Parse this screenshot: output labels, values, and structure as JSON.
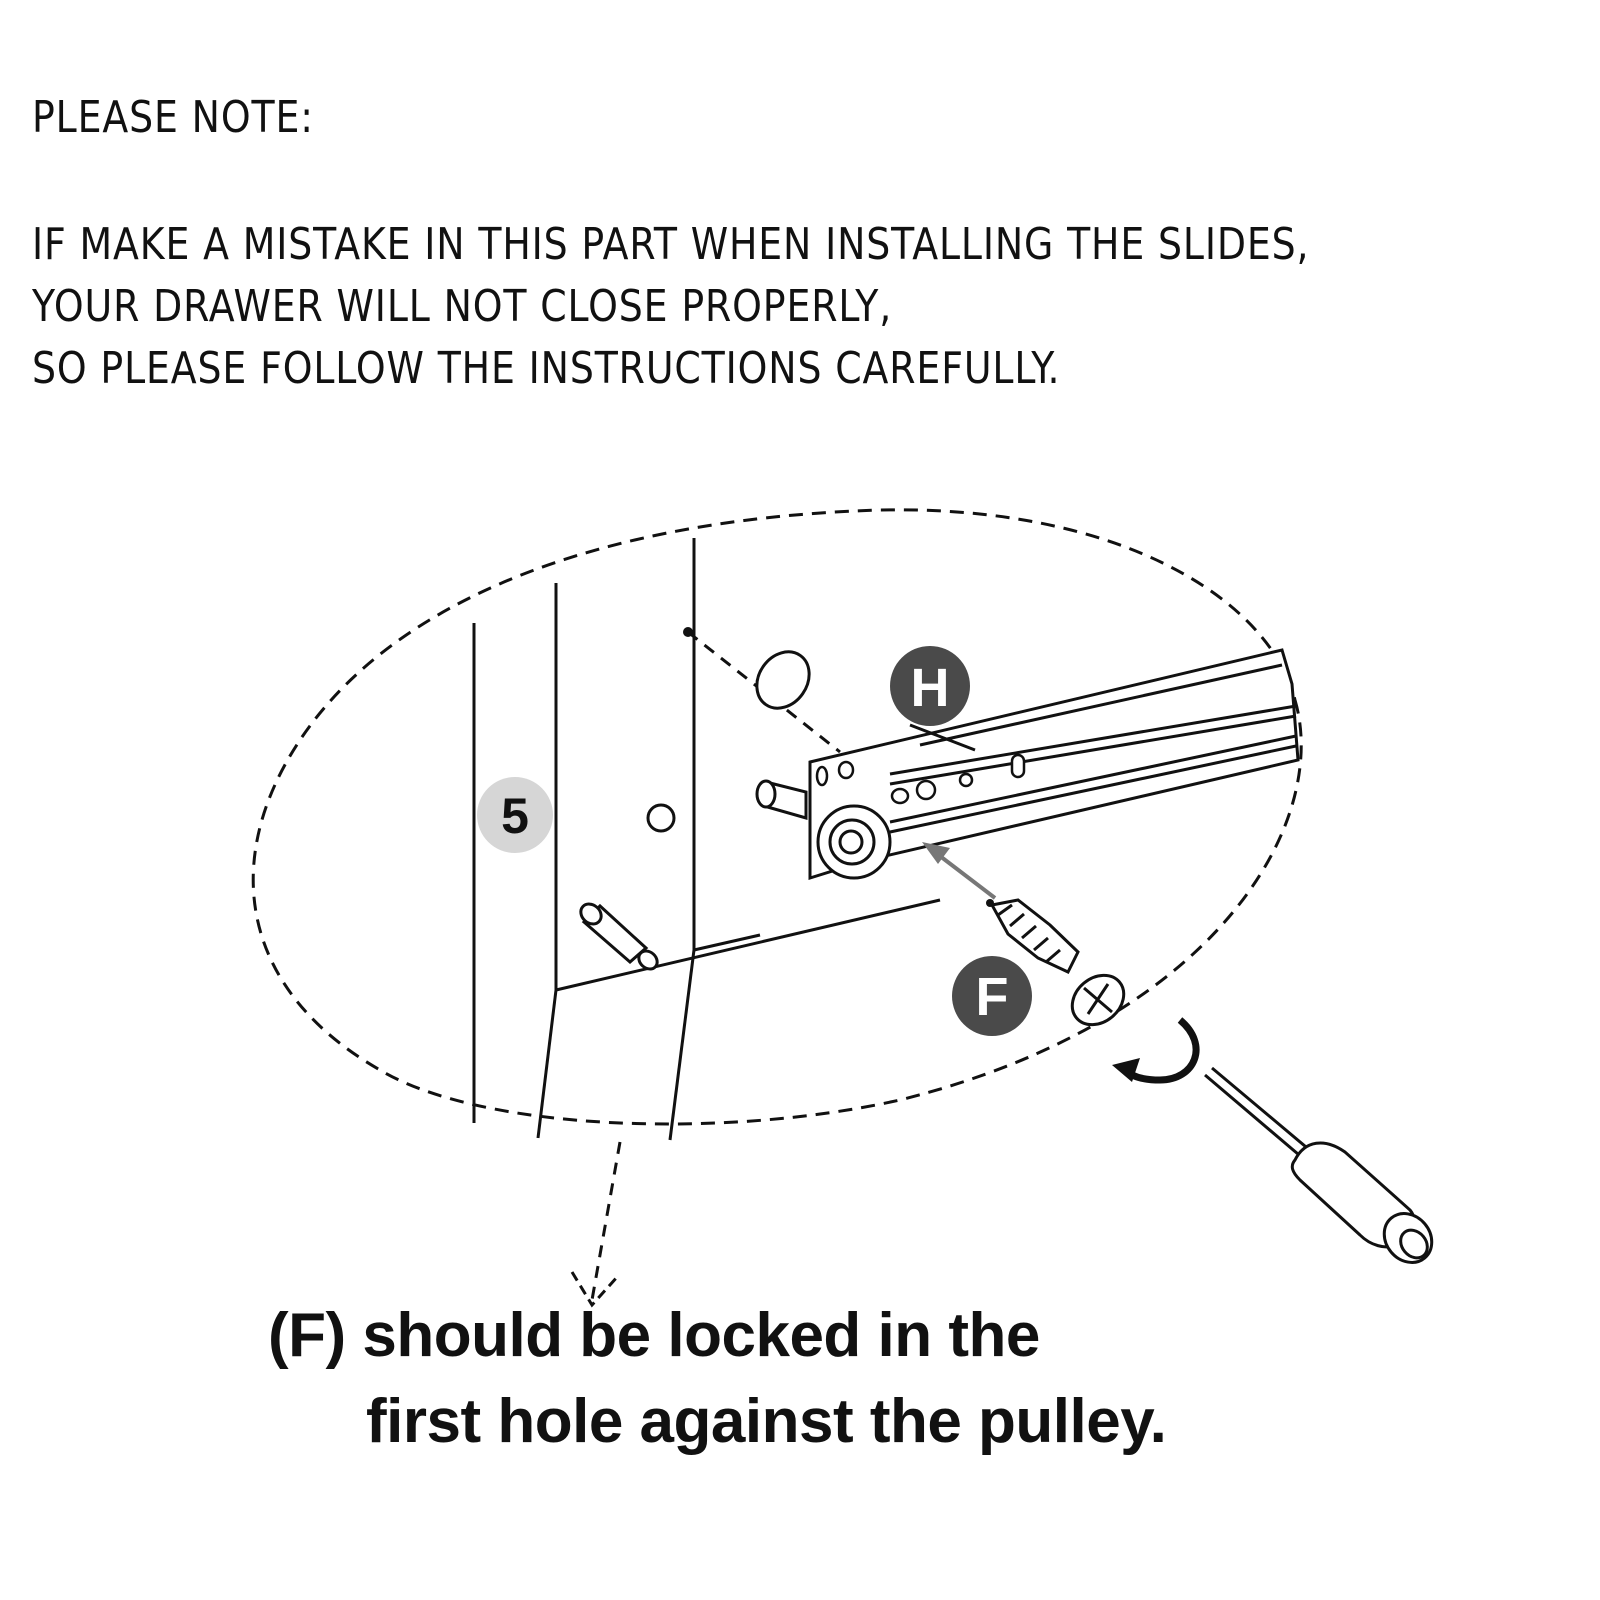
{
  "note": {
    "title": "PLEASE NOTE:",
    "lines": [
      "IF MAKE A MISTAKE IN THIS PART WHEN INSTALLING THE SLIDES,",
      "YOUR DRAWER WILL NOT CLOSE PROPERLY,",
      "SO PLEASE FOLLOW THE INSTRUCTIONS CAREFULLY."
    ]
  },
  "diagram": {
    "labels": {
      "panel": "5",
      "slide": "H",
      "screw": "F"
    }
  },
  "caption": {
    "line1": "(F) should be locked in the",
    "line2": "first hole against the pulley."
  },
  "colors": {
    "ink": "#111111",
    "badge_dark": "#4a4a4a",
    "badge_light": "#d6d6d6"
  }
}
